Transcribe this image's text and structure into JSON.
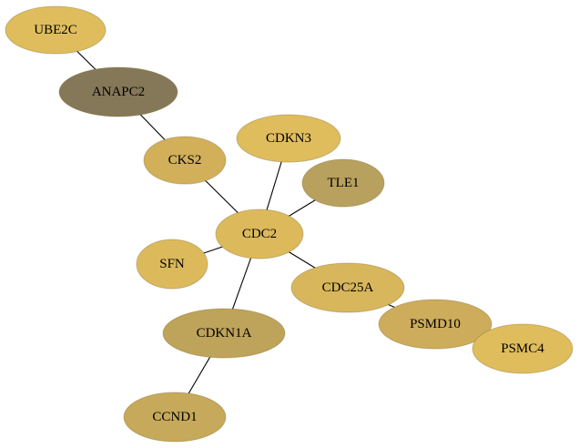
{
  "colors": {
    "background": "#ffffff",
    "edge": "#000000"
  },
  "nodes": [
    {
      "id": "UBE2C",
      "label": "UBE2C",
      "color": "#e0bd5c"
    },
    {
      "id": "ANAPC2",
      "label": "ANAPC2",
      "color": "#857858"
    },
    {
      "id": "CKS2",
      "label": "CKS2",
      "color": "#d2b05a"
    },
    {
      "id": "CDKN3",
      "label": "CDKN3",
      "color": "#e0bd5c"
    },
    {
      "id": "TLE1",
      "label": "TLE1",
      "color": "#b8a15e"
    },
    {
      "id": "CDC2",
      "label": "CDC2",
      "color": "#dcba5c"
    },
    {
      "id": "SFN",
      "label": "SFN",
      "color": "#dcba5c"
    },
    {
      "id": "CDC25A",
      "label": "CDC25A",
      "color": "#d8b65c"
    },
    {
      "id": "PSMD10",
      "label": "PSMD10",
      "color": "#cdac5b"
    },
    {
      "id": "PSMC4",
      "label": "PSMC4",
      "color": "#e0bd5c"
    },
    {
      "id": "CDKN1A",
      "label": "CDKN1A",
      "color": "#bea35a"
    },
    {
      "id": "CCND1",
      "label": "CCND1",
      "color": "#c7a95b"
    }
  ],
  "edges": [
    [
      "UBE2C",
      "ANAPC2"
    ],
    [
      "ANAPC2",
      "CKS2"
    ],
    [
      "CKS2",
      "CDC2"
    ],
    [
      "CDKN3",
      "CDC2"
    ],
    [
      "TLE1",
      "CDC2"
    ],
    [
      "SFN",
      "CDC2"
    ],
    [
      "CDC2",
      "CDC25A"
    ],
    [
      "CDC2",
      "CDKN1A"
    ],
    [
      "CDC25A",
      "PSMD10"
    ],
    [
      "PSMD10",
      "PSMC4"
    ],
    [
      "CDKN1A",
      "CCND1"
    ]
  ]
}
